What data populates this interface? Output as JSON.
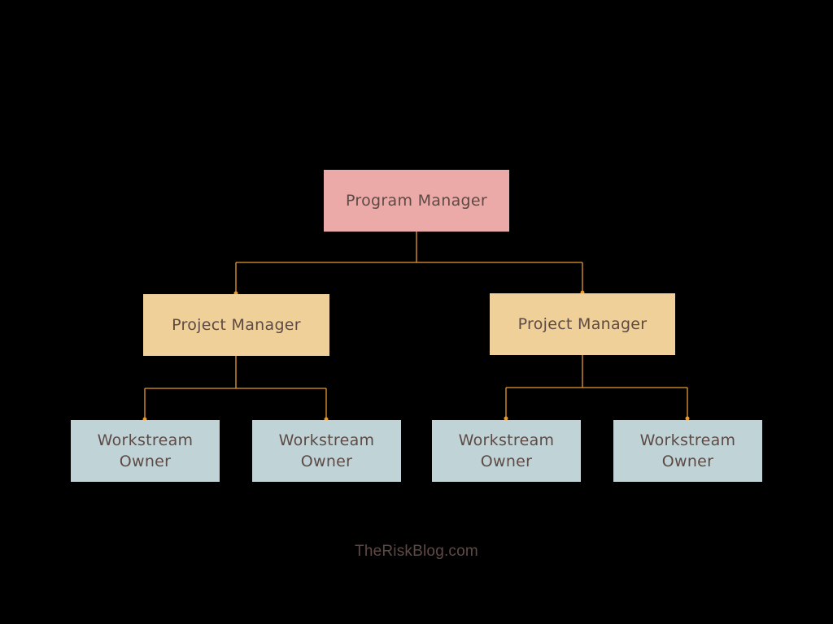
{
  "colors": {
    "background": "#000000",
    "program_manager_fill": "#eba9a8",
    "project_manager_fill": "#efd098",
    "workstream_owner_fill": "#c0d4d7",
    "connector": "#e89a2e",
    "text": "#5e4a45"
  },
  "org_chart": {
    "program_manager": {
      "label": "Program Manager"
    },
    "project_managers": [
      {
        "label": "Project Manager"
      },
      {
        "label": "Project Manager"
      }
    ],
    "workstream_owners": [
      {
        "line1": "Workstream",
        "line2": "Owner",
        "reports_to": 0
      },
      {
        "line1": "Workstream",
        "line2": "Owner",
        "reports_to": 0
      },
      {
        "line1": "Workstream",
        "line2": "Owner",
        "reports_to": 1
      },
      {
        "line1": "Workstream",
        "line2": "Owner",
        "reports_to": 1
      }
    ]
  },
  "footer": {
    "text": "TheRiskBlog.com"
  }
}
